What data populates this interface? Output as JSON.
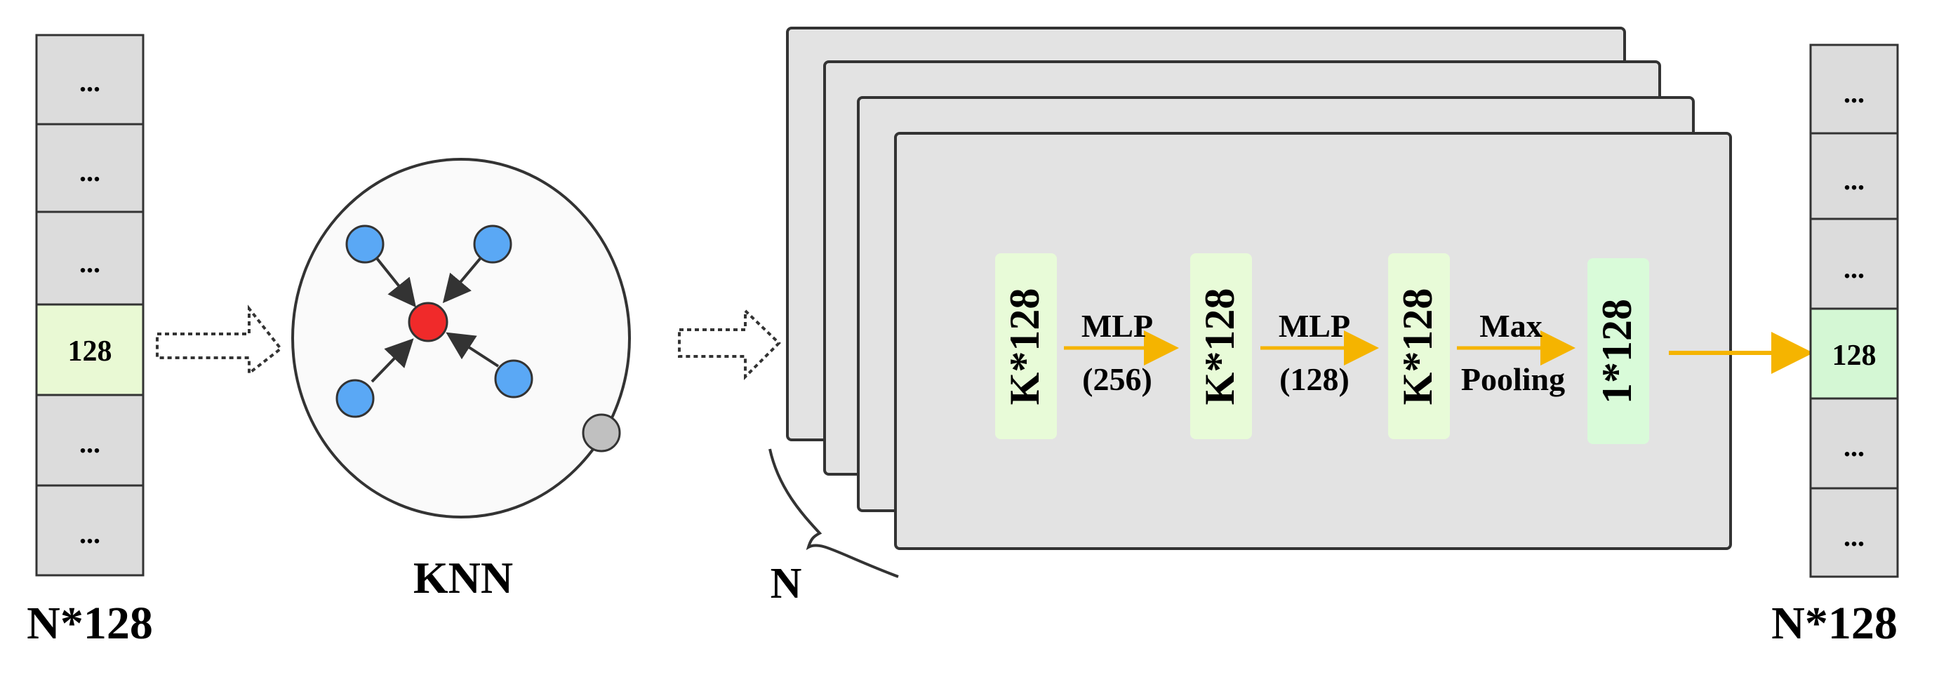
{
  "colors": {
    "cell_gray": "#dcdcdc",
    "cell_highlight": "#e9f9d4",
    "cell_highlight_right": "#d4f7d4",
    "panel_gray": "#e3e3e3",
    "block_green": "#e8fbd8",
    "block_green_final": "#d9fbd9",
    "arrow_orange": "#f5b400",
    "node_blue": "#5aa8f5",
    "node_red": "#f02a2a",
    "node_gray": "#c0c0c0"
  },
  "left_vector": {
    "cells": [
      "...",
      "...",
      "...",
      "128",
      "...",
      "..."
    ],
    "label": "N*128"
  },
  "knn": {
    "label": "KNN"
  },
  "stack": {
    "count_label": "N"
  },
  "pipeline": {
    "blocks": [
      "K*128",
      "K*128",
      "K*128",
      "1*128"
    ],
    "ops": [
      {
        "line1": "MLP",
        "line2": "(256)"
      },
      {
        "line1": "MLP",
        "line2": "(128)"
      },
      {
        "line1": "Max",
        "line2": "Pooling"
      }
    ]
  },
  "right_vector": {
    "cells": [
      "...",
      "...",
      "...",
      "128",
      "...",
      "..."
    ],
    "label": "N*128"
  }
}
